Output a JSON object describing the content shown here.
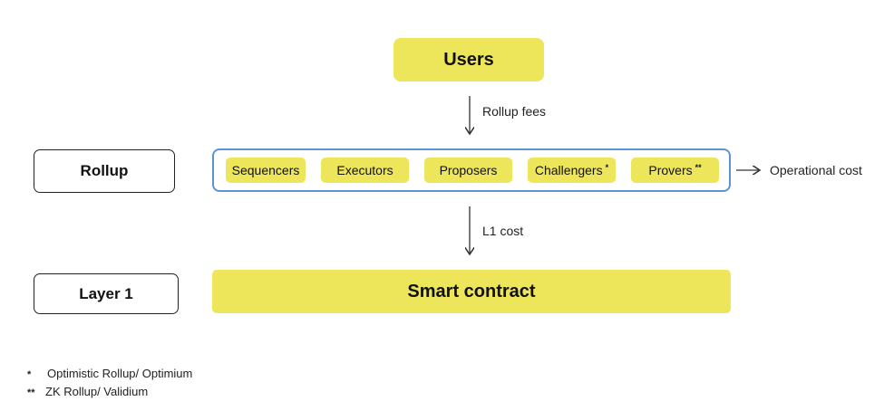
{
  "users": "Users",
  "rollup_fees": "Rollup fees",
  "rollup": "Rollup",
  "roles": [
    {
      "label": "Sequencers",
      "mark": ""
    },
    {
      "label": "Executors",
      "mark": ""
    },
    {
      "label": "Proposers",
      "mark": ""
    },
    {
      "label": "Challengers",
      "mark": "*"
    },
    {
      "label": "Provers",
      "mark": "**"
    }
  ],
  "operational_cost": "Operational cost",
  "l1_cost": "L1 cost",
  "layer1": "Layer 1",
  "smart_contract": "Smart contract",
  "footnotes": [
    {
      "mark": "*",
      "text": "Optimistic Rollup/ Optimium"
    },
    {
      "mark": "**",
      "text": "ZK Rollup/ Validium"
    }
  ],
  "colors": {
    "highlight": "#ede55a",
    "frame": "#5b93d6",
    "arrow": "#333333"
  }
}
